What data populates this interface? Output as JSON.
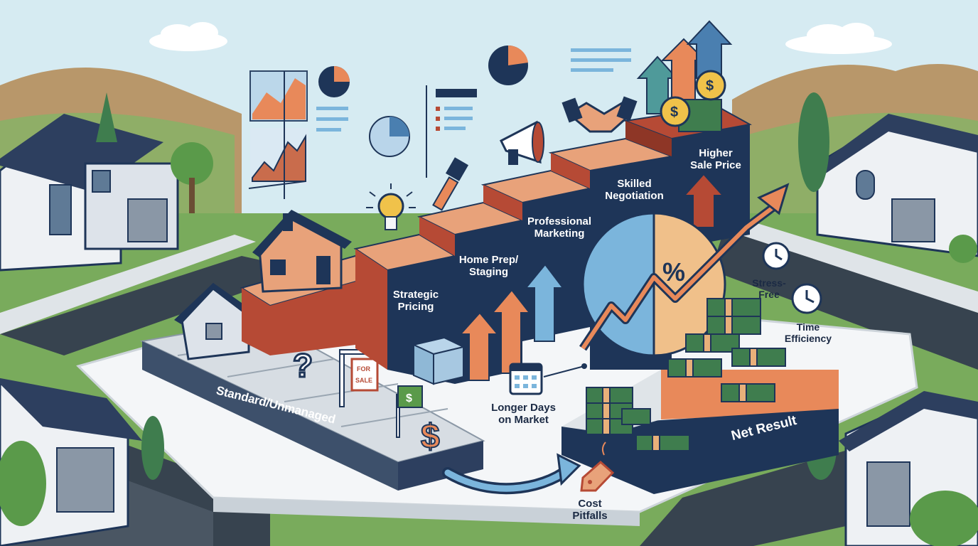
{
  "labels": {
    "standard_path": "Standard/Unmanaged",
    "strategic_pricing": "Strategic\nPricing",
    "home_prep": "Home Prep/\nStaging",
    "professional_marketing": "Professional\nMarketing",
    "skilled_negotiation": "Skilled\nNegotiation",
    "higher_sale_price": "Higher\nSale Price",
    "longer_days": "Longer Days\non Market",
    "cost_pitfalls": "Cost\nPitfalls",
    "stress_free": "Stress-\nFree",
    "time_efficiency": "Time\nEfficiency",
    "net_result": "Net Result",
    "percent_symbol": "%",
    "question_mark": "?",
    "dollar_sign": "$",
    "for_sale_sign": "FOR\nSALE"
  },
  "colors": {
    "navy": "#1e3558",
    "orange": "#e8895a",
    "brick": "#b64a35",
    "sky": "#cfe6ef",
    "money_green": "#3f7d4e",
    "hill": "#b8976a",
    "grass": "#6aa055"
  },
  "icons": [
    "bar-chart-icon",
    "pie-chart-icon",
    "line-chart-icon",
    "document-list-icon",
    "lightbulb-icon",
    "paintbrush-icon",
    "megaphone-icon",
    "handshake-icon",
    "coin-icon",
    "calendar-icon",
    "clock-icon",
    "price-tag-icon",
    "for-sale-sign-icon",
    "house-icon",
    "money-stack-icon",
    "growth-arrow-icon"
  ]
}
